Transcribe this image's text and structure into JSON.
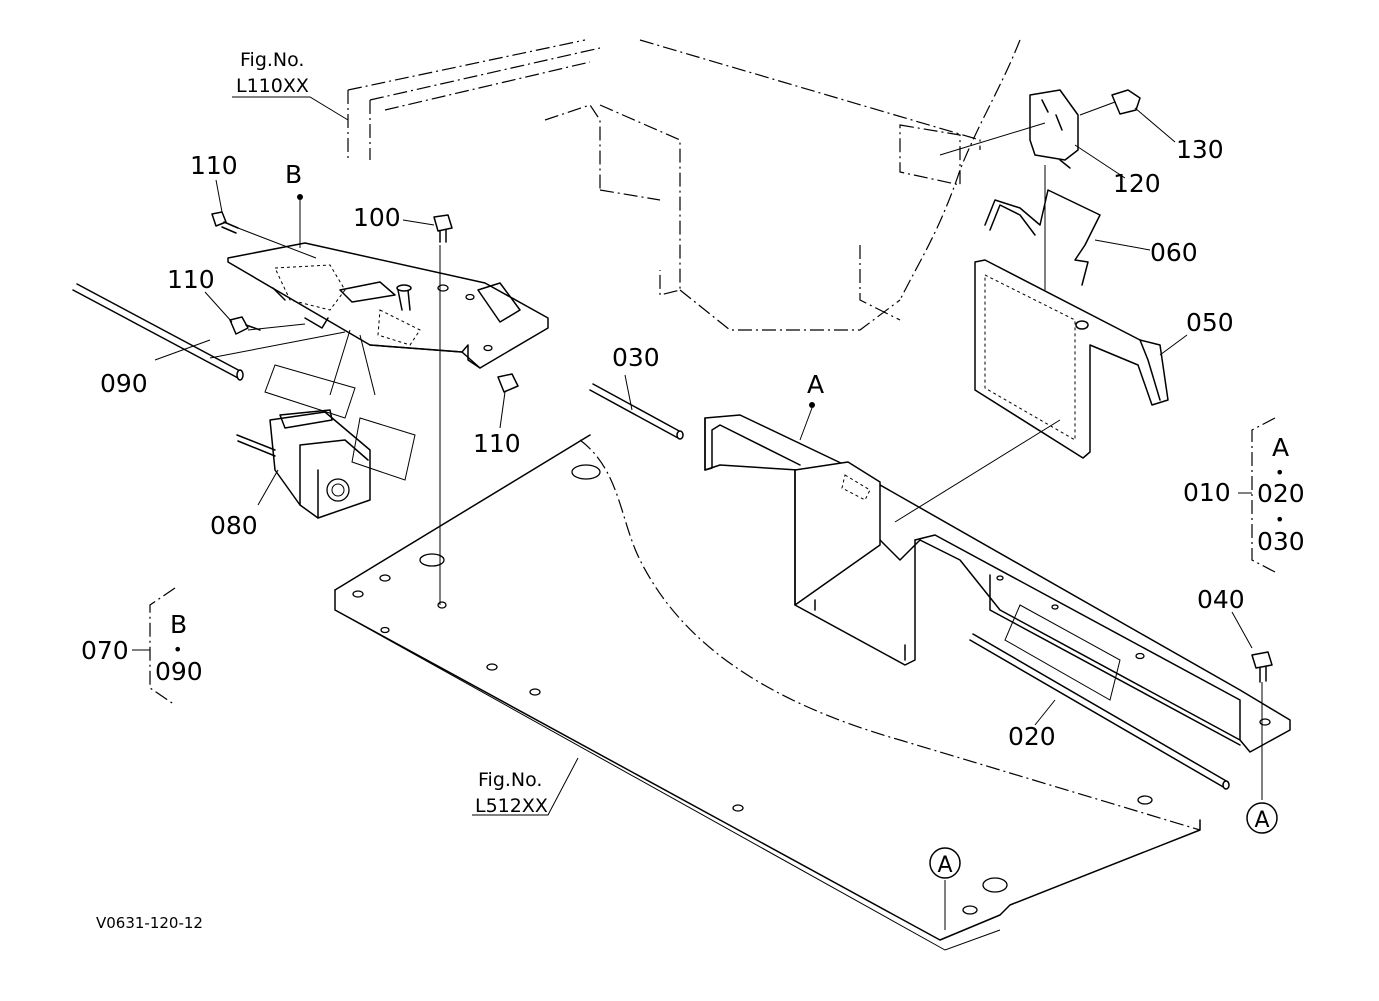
{
  "drawing_code": "V0631-120-12",
  "fig_refs": [
    {
      "label": "Fig.No.",
      "value": "L110XX"
    },
    {
      "label": "Fig.No.",
      "value": "L512XX"
    }
  ],
  "parts": {
    "p010": "010",
    "p020": "020",
    "p030": "030",
    "p040": "040",
    "p050": "050",
    "p060": "060",
    "p070": "070",
    "p080": "080",
    "p090": "090",
    "p100": "100",
    "p110a": "110",
    "p110b": "110",
    "p110c": "110",
    "p120": "120",
    "p130": "130"
  },
  "callouts": {
    "a": "A",
    "b": "B"
  },
  "groups": {
    "g010": {
      "parent": "010",
      "ref": "A",
      "dot": "•",
      "items": [
        "020",
        "030"
      ]
    },
    "g070": {
      "parent": "070",
      "ref": "B",
      "dot": "•",
      "items": [
        "090"
      ]
    }
  }
}
